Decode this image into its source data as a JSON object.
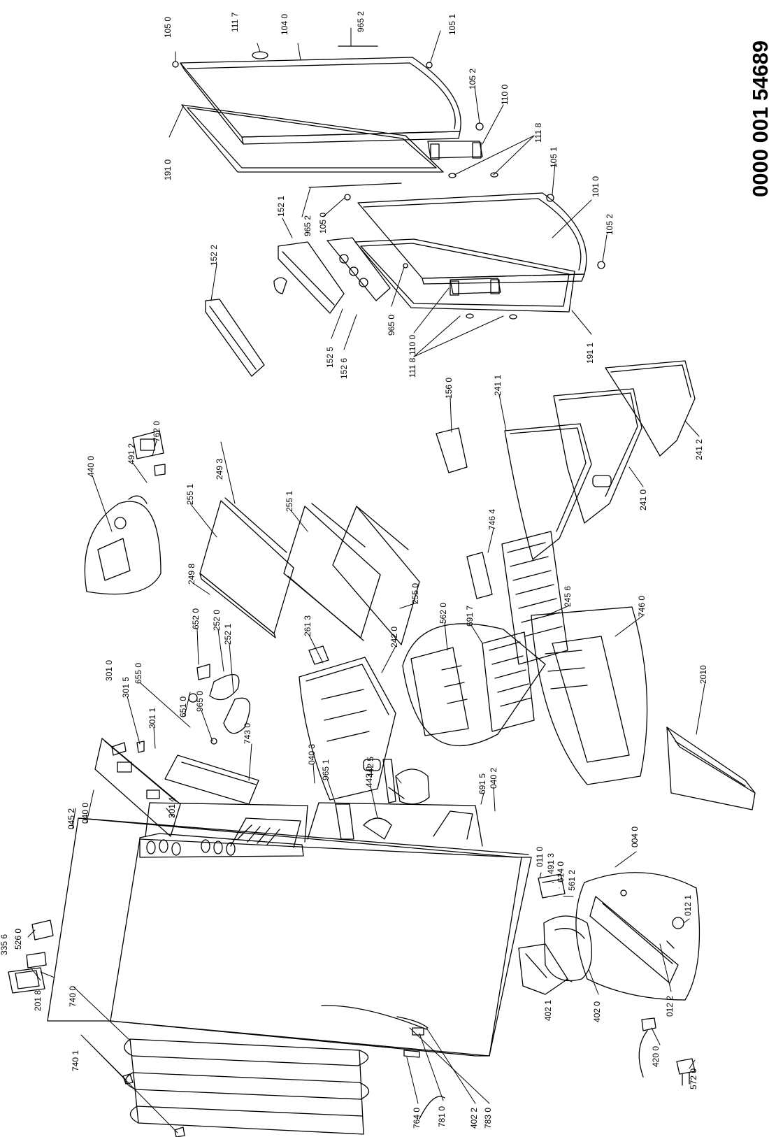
{
  "document_number": "0000 001 54689",
  "labels": {
    "l1050a": "105 0",
    "l1117": "111 7",
    "l1040": "104 0",
    "l9652a": "965 2",
    "l1051a": "105 1",
    "l1052a": "105 2",
    "l1100a": "110 0",
    "l1118a": "111 8",
    "l1051b": "105 1",
    "l1010": "101 0",
    "l1052b": "105 2",
    "l1910": "191 0",
    "l1521": "152 1",
    "l9652b": "965 2",
    "l1050b": "105 0",
    "l1522": "152 2",
    "l9650a": "965 0",
    "l1100b": "110 0",
    "l1118b": "111 8",
    "l1911": "191 1",
    "l1525": "152 5",
    "l1526": "152 6",
    "l1560": "156 0",
    "l2411": "241 1",
    "l2412": "241 2",
    "l2410": "241 0",
    "l7620": "762 0",
    "l4912": "491 2",
    "l4400": "440 0",
    "l2551a": "255 1",
    "l2493": "249 3",
    "l2551b": "255 1",
    "l2498": "249 8",
    "l7464": "746 4",
    "l2456": "245 6",
    "l7460": "746 0",
    "l2550": "255 0",
    "l5620": "562 0",
    "l6917": "691 7",
    "l2420": "242 0",
    "l2613": "261 3",
    "l6520": "652 0",
    "l2520": "252 0",
    "l2521": "252 1",
    "l6550": "655 0",
    "l3015": "301 5",
    "l3010": "301 0",
    "l6510": "651 0",
    "l9650b": "965 0",
    "l3011": "301 1",
    "l7430": "743 0",
    "l0403": "040 3",
    "l9651": "965 1",
    "l4425": "442 5",
    "l4430": "443 0",
    "l6915": "691 5",
    "l0402": "040 2",
    "l2010": "2010",
    "l0452": "045 2",
    "l0400": "040 0",
    "l3014": "301 4",
    "l0110": "011 0",
    "l4913": "491 3",
    "l6140": "614 0",
    "l5612": "561 2",
    "l0040": "004 0",
    "l0121": "012 1",
    "l3356": "335 6",
    "l5260": "526 0",
    "l2018": "201 8",
    "l7400": "740 0",
    "l7401": "740 1",
    "l4020": "402 0",
    "l4021": "402 1",
    "l4200": "420 0",
    "l5720": "572 0",
    "l0122": "012 2",
    "l7640": "764 0",
    "l7810": "781 0",
    "l4022": "402 2",
    "l7830": "783 0"
  }
}
